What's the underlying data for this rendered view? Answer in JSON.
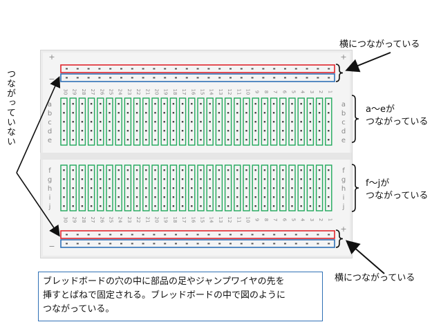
{
  "title_top": "横につながっている",
  "label_ae": "a〜eが\nつながっている",
  "label_fj": "f〜jが\nつながっている",
  "label_bottom": "横につながっている",
  "label_left": "つながっていない",
  "caption": "ブレッドボードの穴の中に部品の足やジャンプワイヤの先を\n挿すとばねで固定される。ブレッドボードの中で図のように\nつながっている。",
  "board": {
    "rows_top": [
      "a",
      "b",
      "c",
      "d",
      "e"
    ],
    "rows_bottom": [
      "f",
      "g",
      "h",
      "i",
      "j"
    ],
    "column_count": 30,
    "rail_plus": "+",
    "rail_minus": "−"
  },
  "colors": {
    "red": "#e0242b",
    "blue": "#2e6fb5",
    "green": "#1fa85a"
  }
}
